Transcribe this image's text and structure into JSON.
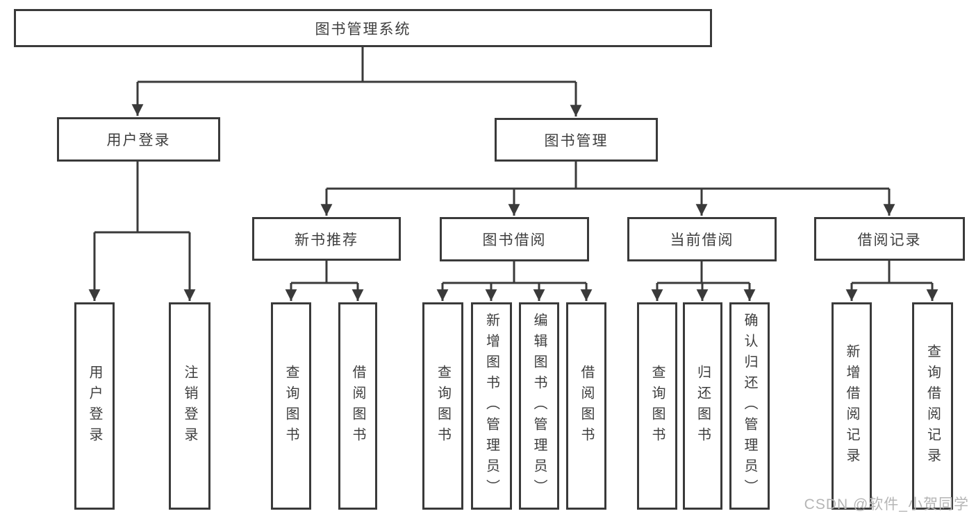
{
  "colors": {
    "line": "#3a3a3a",
    "text": "#3e3e3e",
    "watermark": "#b5b5b5",
    "background": "#ffffff"
  },
  "watermark": {
    "text": "CSDN @软件_小贺同学"
  },
  "tree": {
    "label": "图书管理系统",
    "children": [
      {
        "label": "用户登录",
        "children": [
          {
            "label": "用户登录"
          },
          {
            "label": "注销登录"
          }
        ]
      },
      {
        "label": "图书管理",
        "children": [
          {
            "label": "新书推荐",
            "children": [
              {
                "label": "查询图书"
              },
              {
                "label": "借阅图书"
              }
            ]
          },
          {
            "label": "图书借阅",
            "children": [
              {
                "label": "查询图书"
              },
              {
                "label": "新增图书（管理员）"
              },
              {
                "label": "编辑图书（管理员）"
              },
              {
                "label": "借阅图书"
              }
            ]
          },
          {
            "label": "当前借阅",
            "children": [
              {
                "label": "查询图书"
              },
              {
                "label": "归还图书"
              },
              {
                "label": "确认归还（管理员）"
              }
            ]
          },
          {
            "label": "借阅记录",
            "children": [
              {
                "label": "新增借阅记录"
              },
              {
                "label": "查询借阅记录"
              }
            ]
          }
        ]
      }
    ]
  }
}
